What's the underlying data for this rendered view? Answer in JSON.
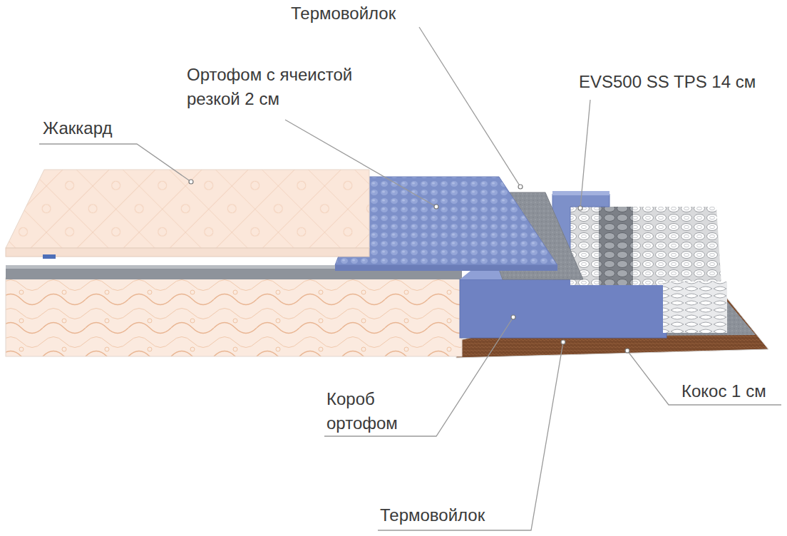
{
  "diagram": {
    "labels": [
      "Термовойлок",
      "Ортофом с ячеистой резкой 2 см",
      "EVS500 SS TPS 14 см",
      "Жаккард",
      "Кокос 1 см",
      "Короб ортофом",
      "Термовойлок"
    ]
  }
}
